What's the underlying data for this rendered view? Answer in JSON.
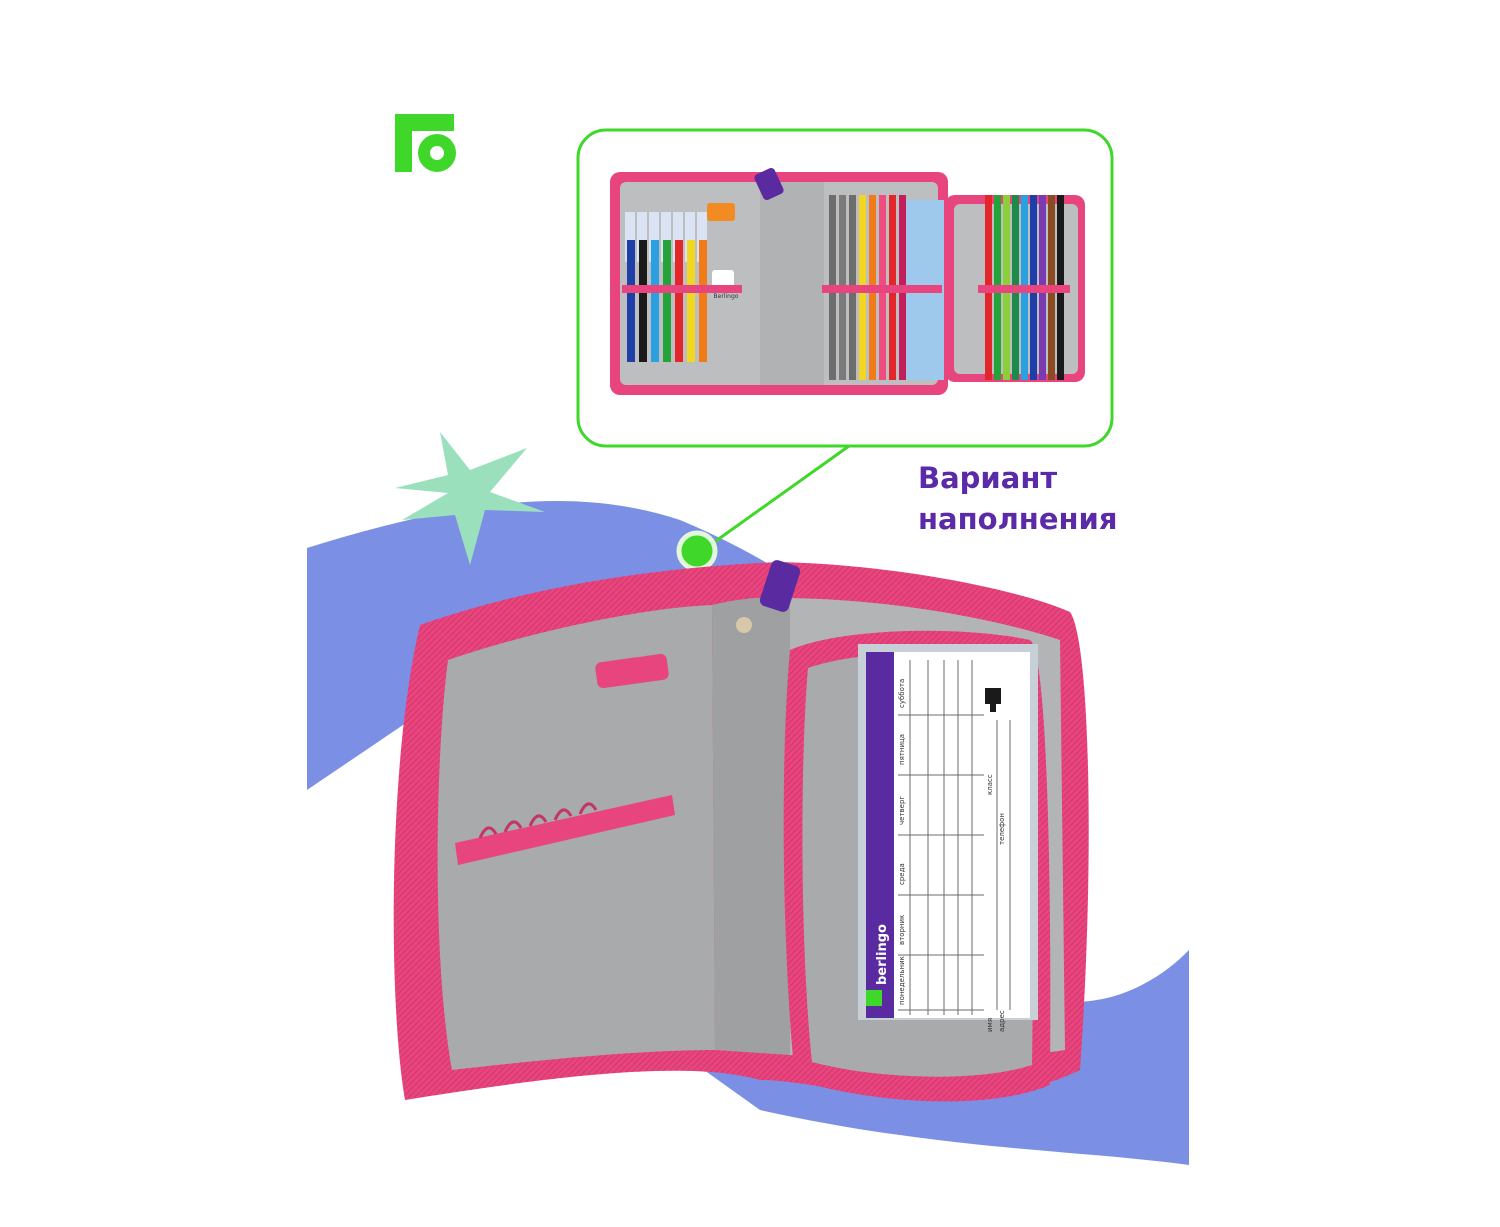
{
  "caption": {
    "line1": "Вариант",
    "line2": "наполнения"
  },
  "brand": {
    "name": "berlingo",
    "tag_text": "berlingo",
    "eraser_text": "Berlingo"
  },
  "schedule": {
    "days": [
      "понедельник",
      "вторник",
      "среда",
      "четверг",
      "пятница",
      "суббота"
    ],
    "fields": [
      "имя",
      "адрес",
      "телефон",
      "класс"
    ]
  },
  "colors": {
    "accent_green": "#3fd82a",
    "caption_purple": "#5b2aa8",
    "wave_blue": "#7b90e4",
    "case_pink": "#e8457e",
    "lining_gray": "#a9aaac",
    "star_mint": "#9be0bd",
    "schedule_purple": "#5a2aa0"
  },
  "icons": {
    "logo": "berlingo-logo-icon",
    "star": "star-icon",
    "pointer": "callout-dot-icon"
  }
}
